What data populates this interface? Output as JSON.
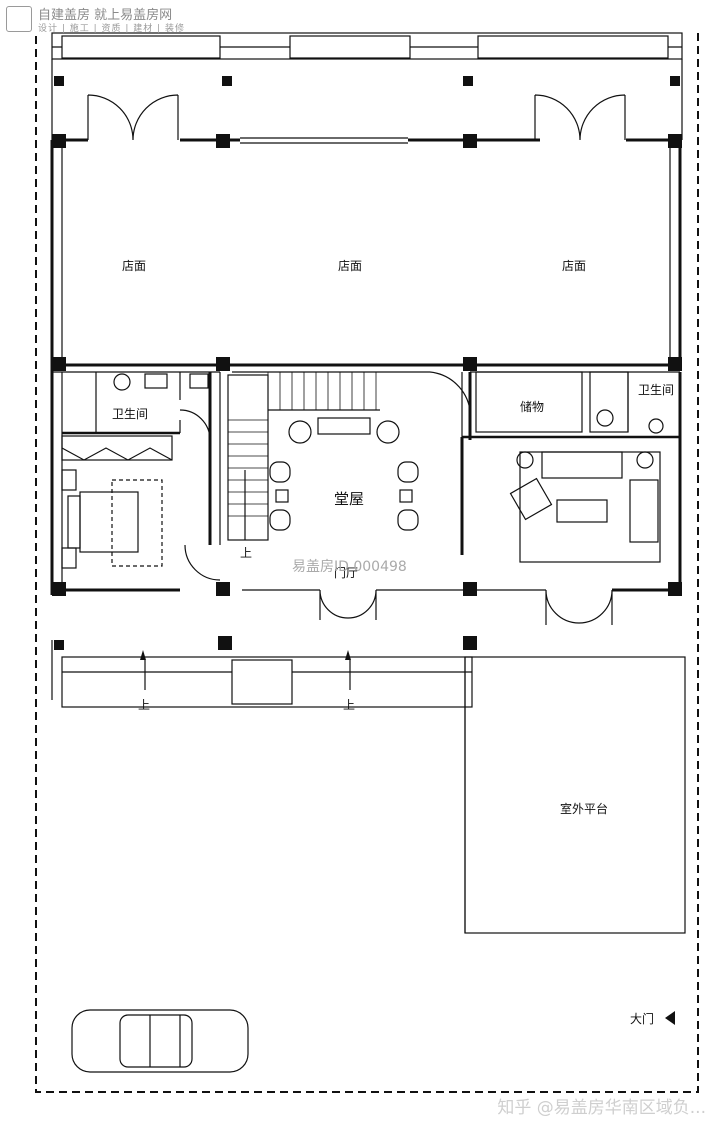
{
  "watermark": {
    "logo_title": "自建盖房 就上易盖房网",
    "logo_sub": "设计 | 施工 | 资质 | 建材 | 装修",
    "center_id": "易盖房ID 000498",
    "footer": "知乎 @易盖房华南区域负..."
  },
  "rooms": {
    "shop_left": "店面",
    "shop_center": "店面",
    "shop_right": "店面",
    "bath_left": "卫生间",
    "bath_right": "卫生间",
    "storage": "储物",
    "hall": "堂屋",
    "foyer": "门厅",
    "terrace": "室外平台",
    "gate": "大门"
  },
  "markers": {
    "stair_up": "上",
    "step_up_left": "上",
    "step_up_right": "上"
  },
  "icons": [
    "car-icon",
    "sofa-icon",
    "bed-icon",
    "toilet-icon",
    "plant-icon",
    "logo-house-icon",
    "gate-arrow-icon"
  ]
}
